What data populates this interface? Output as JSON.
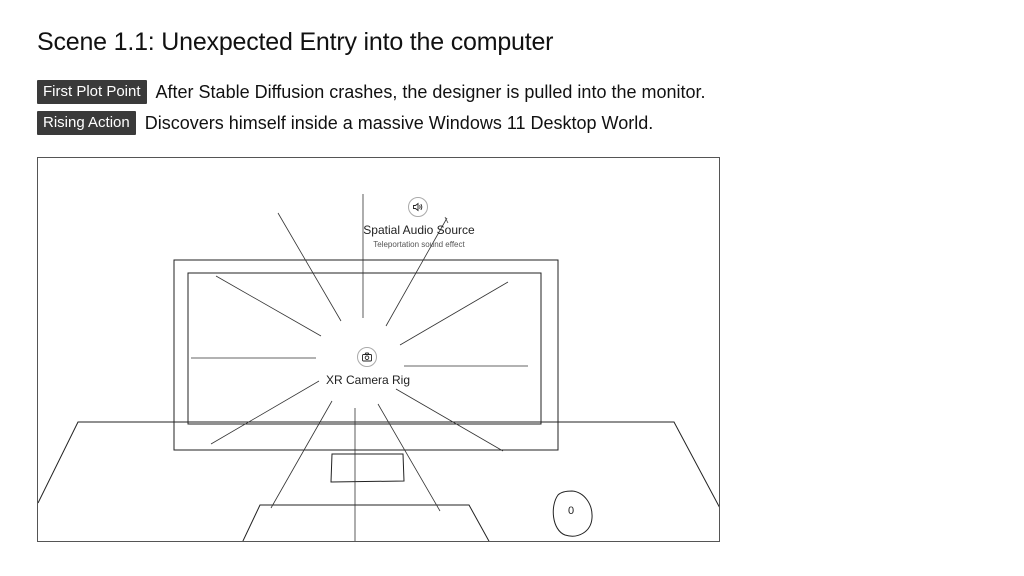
{
  "title": "Scene 1.1: Unexpected Entry into the computer",
  "beats": [
    {
      "tag": "First Plot Point",
      "text": "After Stable Diffusion crashes, the designer is pulled into the monitor."
    },
    {
      "tag": "Rising Action",
      "text": "Discovers himself inside a massive Windows 11 Desktop World."
    }
  ],
  "scene": {
    "audio": {
      "title": "Spatial Audio Source",
      "subtitle": "Teleportation sound effect",
      "icon": "speaker-icon"
    },
    "camera": {
      "title": "XR Camera Rig",
      "icon": "camera-icon"
    },
    "mouse_label": "0"
  }
}
